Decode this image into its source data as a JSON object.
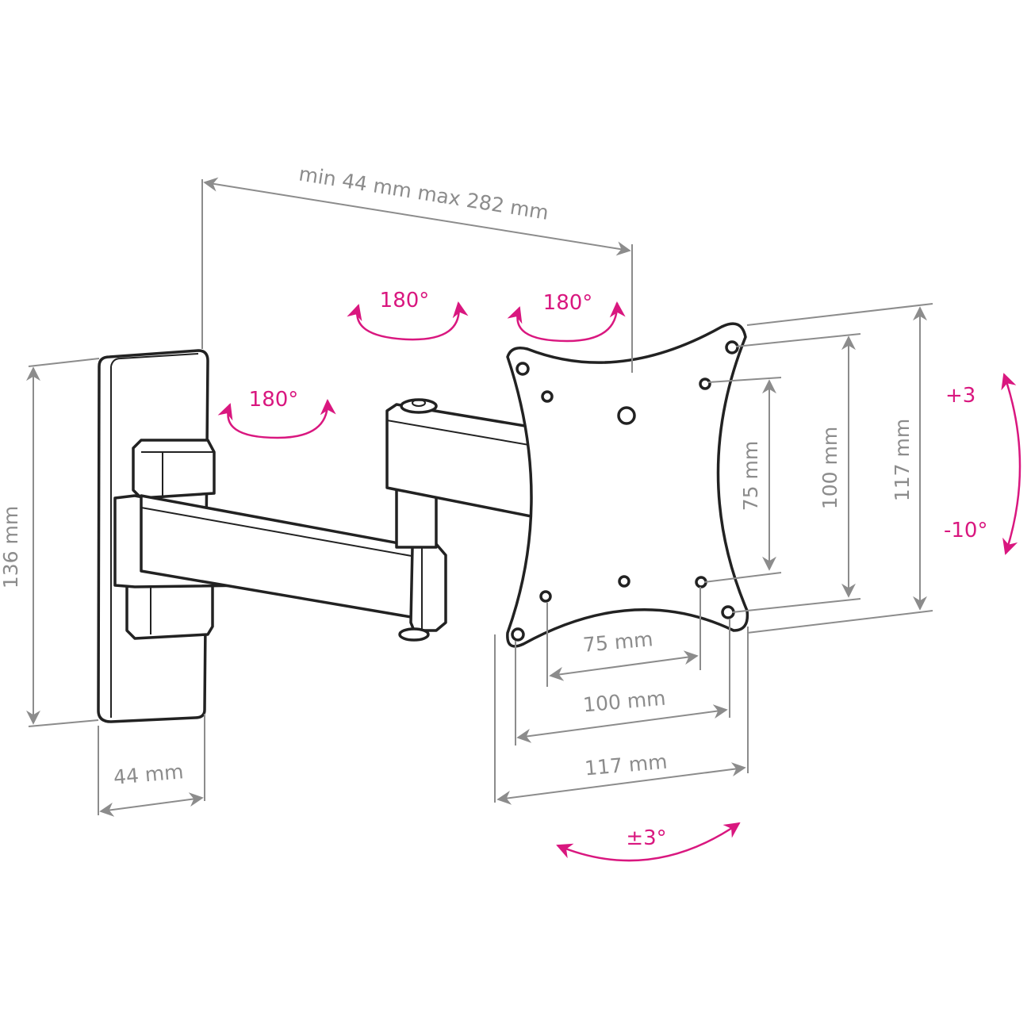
{
  "diagram": {
    "title": "Wall mount dimensions",
    "colors": {
      "dimension": "#8c8c8c",
      "rotation": "#d9177f",
      "outline": "#222222"
    },
    "labels": {
      "arm_extension": "min 44 mm max 282 mm",
      "wall_plate_height": "136 mm",
      "wall_plate_width": "44 mm",
      "vesa_v_75": "75 mm",
      "vesa_v_100": "100 mm",
      "vesa_v_117": "117 mm",
      "vesa_h_75": "75 mm",
      "vesa_h_100": "100 mm",
      "vesa_h_117": "117 mm"
    },
    "rotations": {
      "swivel_wall": "180°",
      "swivel_arm": "180°",
      "swivel_head": "180°",
      "tilt_up": "+3",
      "tilt_down": "-10°",
      "roll": "±3°"
    }
  }
}
